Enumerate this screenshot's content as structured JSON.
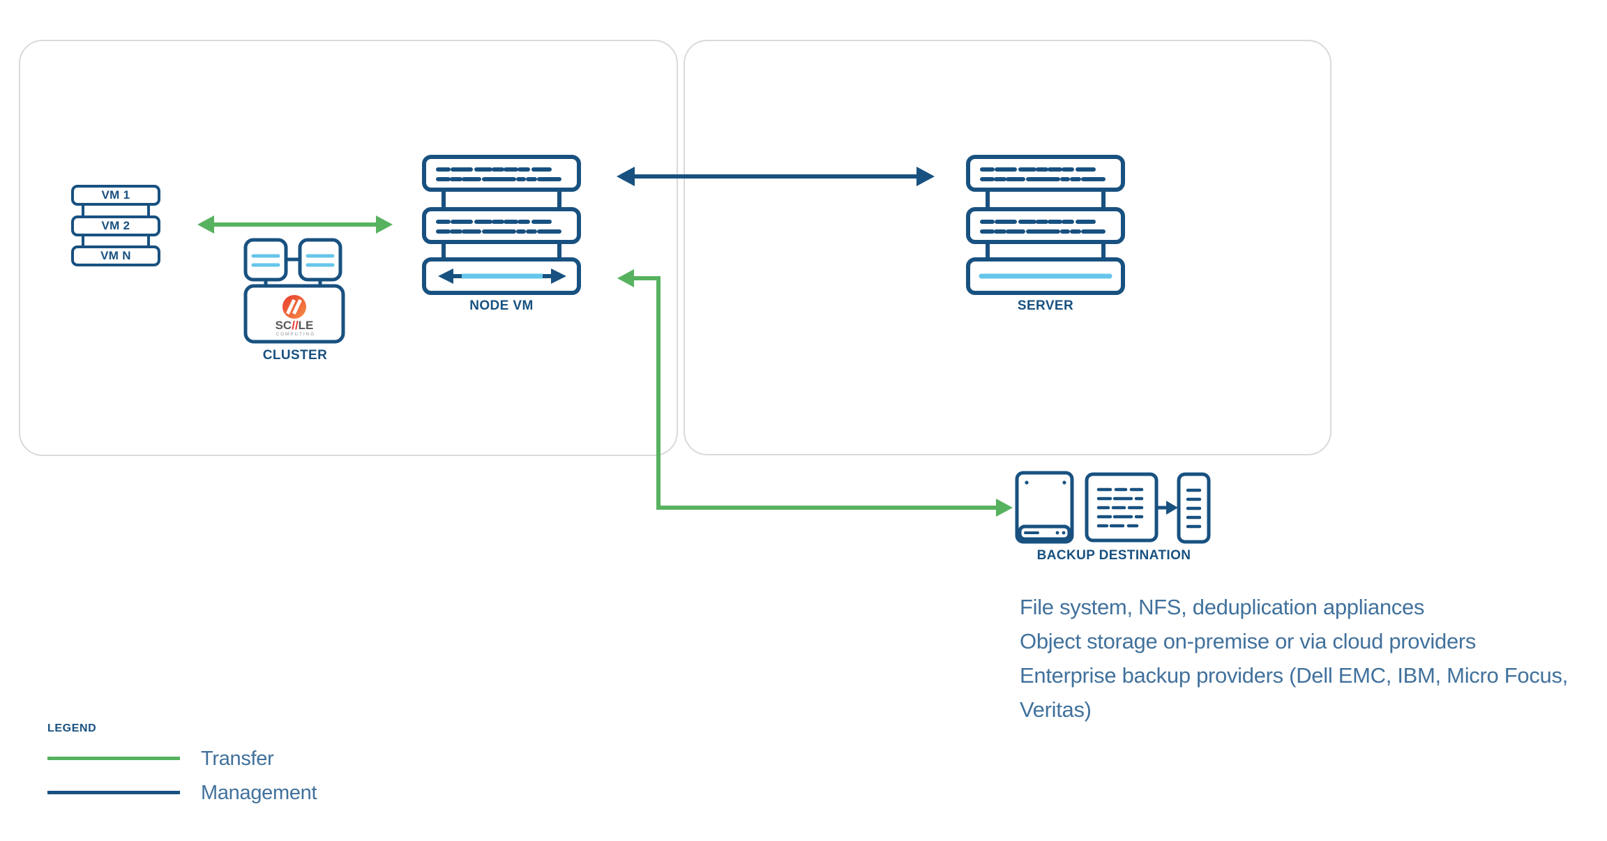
{
  "diagram": {
    "left_panel": {
      "vm_stack": {
        "items": [
          "VM 1",
          "VM 2",
          "VM N"
        ]
      },
      "cluster": {
        "label": "CLUSTER",
        "logo": {
          "word_left": "SC",
          "word_slashes": "//",
          "word_right": "LE",
          "subtext": "COMPUTING"
        }
      },
      "node_vm": {
        "label": "NODE VM"
      }
    },
    "right_panel": {
      "server": {
        "label": "SERVER"
      }
    },
    "backup_destination": {
      "label": "BACKUP DESTINATION"
    },
    "notes": [
      "File system, NFS, deduplication appliances",
      "Object storage on-premise or via cloud providers",
      "Enterprise backup providers (Dell EMC, IBM, Micro Focus, Veritas)"
    ],
    "legend": {
      "title": "LEGEND",
      "items": [
        {
          "label": "Transfer",
          "color": "#57b25f"
        },
        {
          "label": "Management",
          "color": "#185180"
        }
      ]
    },
    "colors": {
      "navy": "#185180",
      "green": "#57b25f",
      "light_blue": "#66c5ea",
      "steel_text": "#41719c",
      "panel_border": "#d9d9d9",
      "logo_red": "#e6392f",
      "logo_orange": "#f79043",
      "logo_gray": "#58595b"
    }
  }
}
